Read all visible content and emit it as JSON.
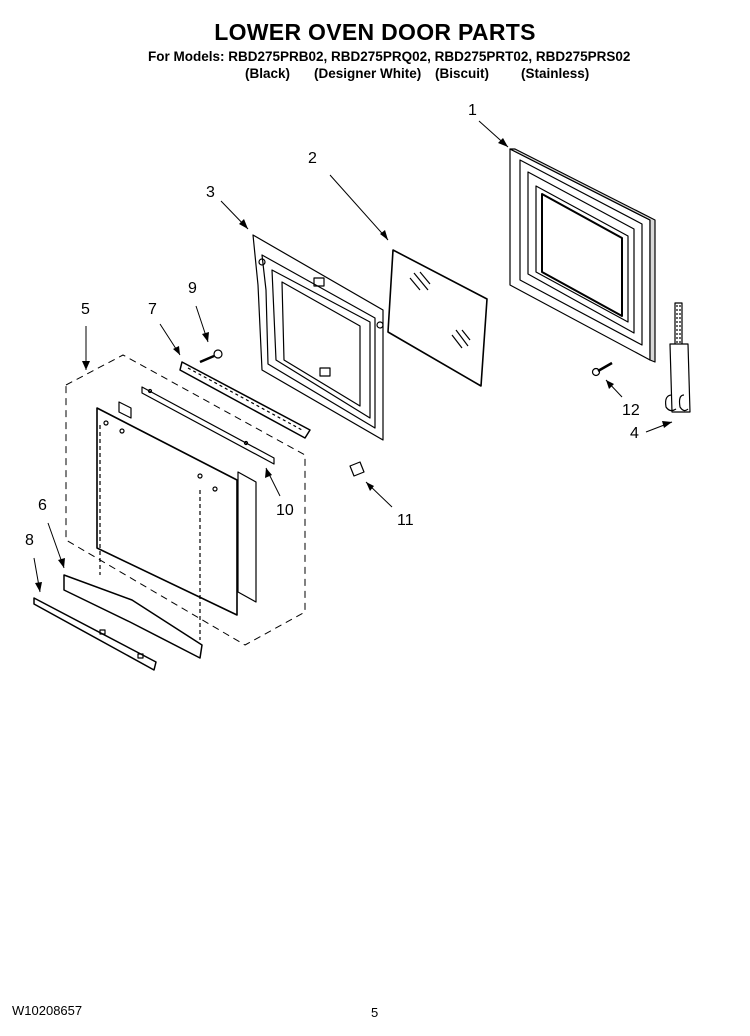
{
  "header": {
    "title": "LOWER OVEN DOOR PARTS",
    "models_line": "For Models: RBD275PRB02, RBD275PRQ02, RBD275PRT02, RBD275PRS02",
    "variants": [
      "(Black)",
      "(Designer White)",
      "(Biscuit)",
      "(Stainless)"
    ]
  },
  "callouts": [
    "1",
    "2",
    "3",
    "4",
    "5",
    "6",
    "7",
    "8",
    "9",
    "10",
    "11",
    "12"
  ],
  "footer": {
    "document_number": "W10208657",
    "page_number": "5"
  }
}
